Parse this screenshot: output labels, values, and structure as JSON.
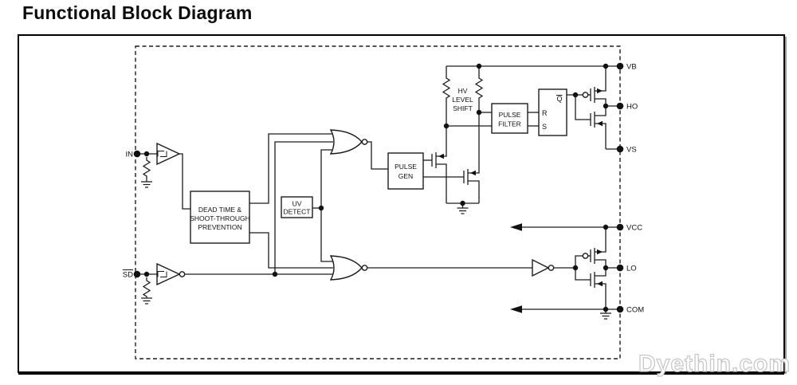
{
  "title": "Functional Block Diagram",
  "watermark": "Dyethin.com",
  "blocks": {
    "dead_time": {
      "line1": "DEAD TIME &",
      "line2": "SHOOT-THROUGH",
      "line3": "PREVENTION"
    },
    "uv_detect": {
      "line1": "UV",
      "line2": "DETECT"
    },
    "pulse_gen": {
      "line1": "PULSE",
      "line2": "GEN"
    },
    "hv_level_shift": {
      "line1": "HV",
      "line2": "LEVEL",
      "line3": "SHIFT"
    },
    "pulse_filter": {
      "line1": "PULSE",
      "line2": "FILTER"
    },
    "latch": {
      "r": "R",
      "s": "S",
      "q": "Q"
    }
  },
  "pins": {
    "in": "IN",
    "sd": "SD",
    "vb": "VB",
    "ho": "HO",
    "vs": "VS",
    "vcc": "VCC",
    "lo": "LO",
    "com": "COM"
  },
  "colors": {
    "line": "#1c1c1c",
    "watermark_outline": "#c8c8c8",
    "frame": "#000000"
  }
}
